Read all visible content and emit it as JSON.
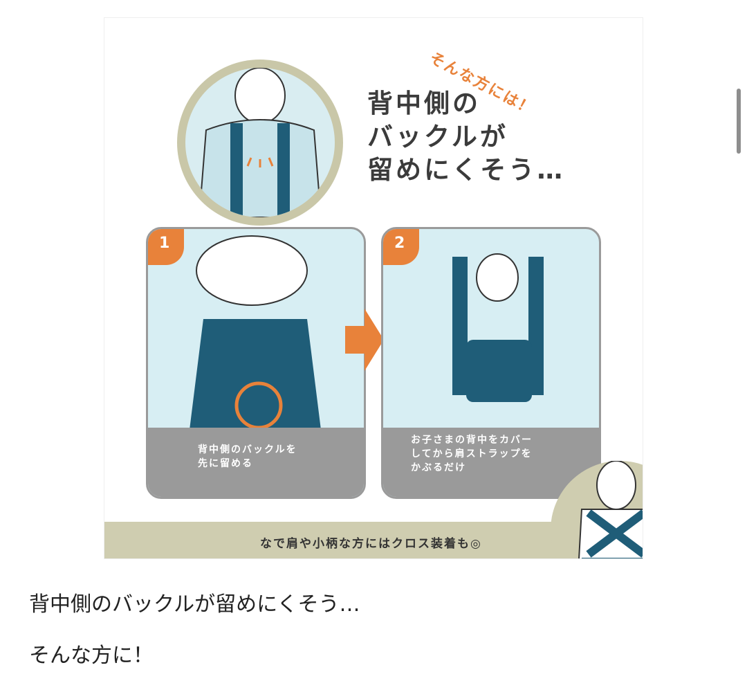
{
  "image": {
    "accent_text": "そんな方には！",
    "headline": [
      "背中側の",
      "バックルが",
      "留めにくそう…"
    ],
    "steps": [
      {
        "number": "1",
        "caption": [
          "背中側のバックルを",
          "先に留める"
        ]
      },
      {
        "number": "2",
        "caption": [
          "お子さまの背中をカバー",
          "してから肩ストラップを",
          "かぶるだけ"
        ]
      }
    ],
    "footer_text": "なで肩や小柄な方にはクロス装着も◎",
    "colors": {
      "accent": "#e8823a",
      "carrier": "#1f5d78",
      "panel_bg": "#d7eef3",
      "caption_bg": "#9a9a9a",
      "beige": "#cfcdb0"
    }
  },
  "description": {
    "line1": "背中側のバックルが留めにくそう…",
    "line2": "そんな方に！"
  }
}
